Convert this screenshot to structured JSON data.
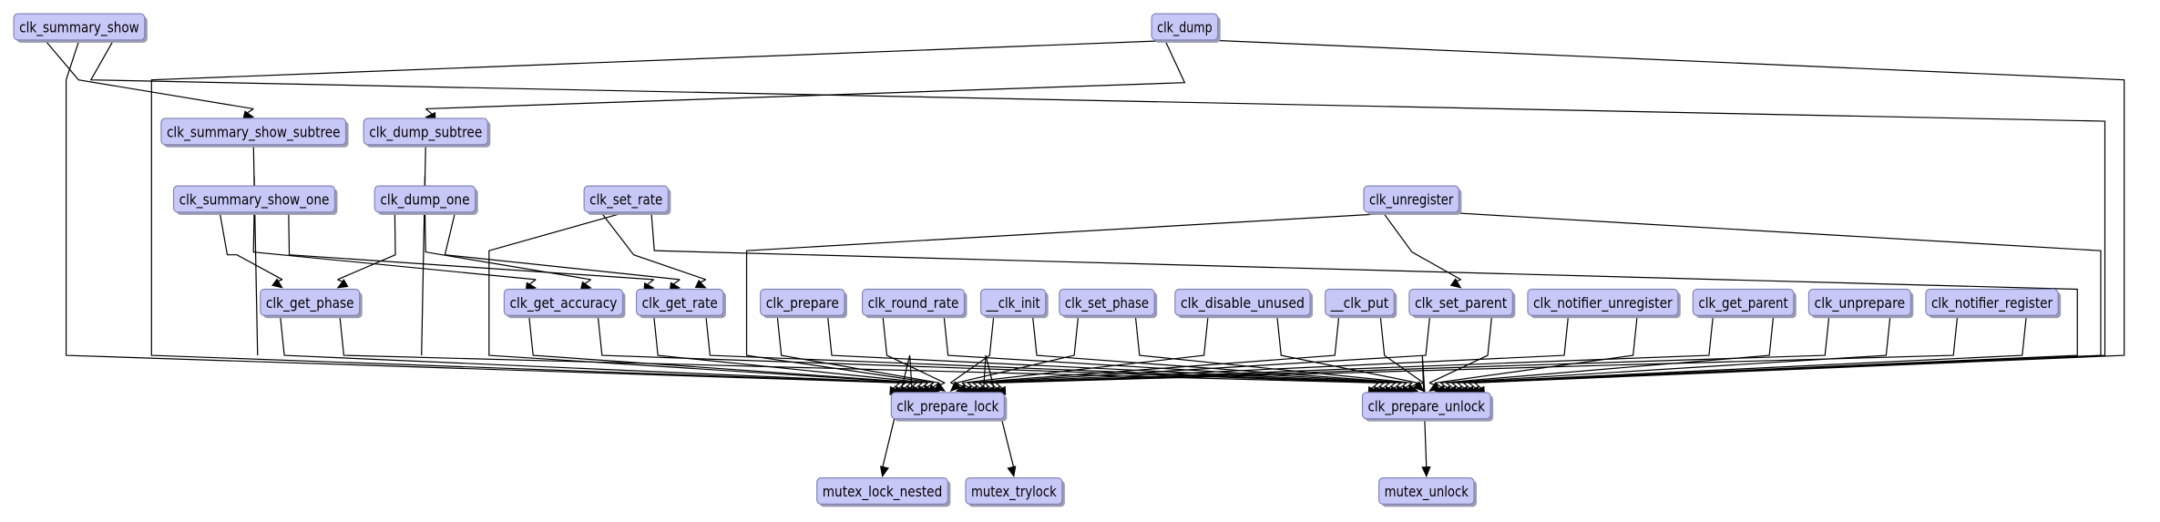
{
  "title": "Call graph: clk_prepare_lock / clk_prepare_unlock",
  "colors": {
    "node_fill": "#c8c8f8",
    "node_border": "#8484b8",
    "edge": "#000000",
    "background": "#ffffff"
  },
  "nodes": [
    {
      "id": "clk_summary_show",
      "label": "clk_summary_show"
    },
    {
      "id": "clk_dump",
      "label": "clk_dump"
    },
    {
      "id": "clk_summary_show_subtree",
      "label": "clk_summary_show_subtree"
    },
    {
      "id": "clk_dump_subtree",
      "label": "clk_dump_subtree"
    },
    {
      "id": "clk_summary_show_one",
      "label": "clk_summary_show_one"
    },
    {
      "id": "clk_dump_one",
      "label": "clk_dump_one"
    },
    {
      "id": "clk_set_rate",
      "label": "clk_set_rate"
    },
    {
      "id": "clk_unregister",
      "label": "clk_unregister"
    },
    {
      "id": "clk_get_phase",
      "label": "clk_get_phase"
    },
    {
      "id": "clk_get_accuracy",
      "label": "clk_get_accuracy"
    },
    {
      "id": "clk_get_rate",
      "label": "clk_get_rate"
    },
    {
      "id": "clk_prepare",
      "label": "clk_prepare"
    },
    {
      "id": "clk_round_rate",
      "label": "clk_round_rate"
    },
    {
      "id": "__clk_init",
      "label": "__clk_init"
    },
    {
      "id": "clk_set_phase",
      "label": "clk_set_phase"
    },
    {
      "id": "clk_disable_unused",
      "label": "clk_disable_unused"
    },
    {
      "id": "__clk_put",
      "label": "__clk_put"
    },
    {
      "id": "clk_set_parent",
      "label": "clk_set_parent"
    },
    {
      "id": "clk_notifier_unregister",
      "label": "clk_notifier_unregister"
    },
    {
      "id": "clk_get_parent",
      "label": "clk_get_parent"
    },
    {
      "id": "clk_unprepare",
      "label": "clk_unprepare"
    },
    {
      "id": "clk_notifier_register",
      "label": "clk_notifier_register"
    },
    {
      "id": "clk_prepare_lock",
      "label": "clk_prepare_lock"
    },
    {
      "id": "clk_prepare_unlock",
      "label": "clk_prepare_unlock"
    },
    {
      "id": "mutex_lock_nested",
      "label": "mutex_lock_nested"
    },
    {
      "id": "mutex_trylock",
      "label": "mutex_trylock"
    },
    {
      "id": "mutex_unlock",
      "label": "mutex_unlock"
    }
  ],
  "edges": [
    {
      "from": "clk_summary_show",
      "to": "clk_summary_show_subtree"
    },
    {
      "from": "clk_summary_show",
      "to": "clk_prepare_lock"
    },
    {
      "from": "clk_summary_show",
      "to": "clk_prepare_unlock"
    },
    {
      "from": "clk_dump",
      "to": "clk_dump_subtree"
    },
    {
      "from": "clk_dump",
      "to": "clk_prepare_lock"
    },
    {
      "from": "clk_dump",
      "to": "clk_prepare_unlock"
    },
    {
      "from": "clk_summary_show_subtree",
      "to": "clk_summary_show_one"
    },
    {
      "from": "clk_dump_subtree",
      "to": "clk_dump_one"
    },
    {
      "from": "clk_summary_show_one",
      "to": "clk_get_phase"
    },
    {
      "from": "clk_summary_show_one",
      "to": "clk_get_accuracy"
    },
    {
      "from": "clk_summary_show_one",
      "to": "clk_get_rate"
    },
    {
      "from": "clk_dump_one",
      "to": "clk_get_phase"
    },
    {
      "from": "clk_dump_one",
      "to": "clk_get_accuracy"
    },
    {
      "from": "clk_dump_one",
      "to": "clk_get_rate"
    },
    {
      "from": "clk_set_rate",
      "to": "clk_get_rate"
    },
    {
      "from": "clk_set_rate",
      "to": "clk_prepare_lock"
    },
    {
      "from": "clk_set_rate",
      "to": "clk_prepare_unlock"
    },
    {
      "from": "clk_unregister",
      "to": "clk_set_parent"
    },
    {
      "from": "clk_unregister",
      "to": "clk_prepare_lock"
    },
    {
      "from": "clk_unregister",
      "to": "clk_prepare_unlock"
    },
    {
      "from": "clk_get_phase",
      "to": "clk_prepare_lock"
    },
    {
      "from": "clk_get_phase",
      "to": "clk_prepare_unlock"
    },
    {
      "from": "clk_get_accuracy",
      "to": "clk_prepare_lock"
    },
    {
      "from": "clk_get_accuracy",
      "to": "clk_prepare_unlock"
    },
    {
      "from": "clk_get_rate",
      "to": "clk_prepare_lock"
    },
    {
      "from": "clk_get_rate",
      "to": "clk_prepare_unlock"
    },
    {
      "from": "clk_prepare",
      "to": "clk_prepare_lock"
    },
    {
      "from": "clk_prepare",
      "to": "clk_prepare_unlock"
    },
    {
      "from": "clk_round_rate",
      "to": "clk_prepare_lock"
    },
    {
      "from": "clk_round_rate",
      "to": "clk_prepare_unlock"
    },
    {
      "from": "__clk_init",
      "to": "clk_prepare_lock"
    },
    {
      "from": "__clk_init",
      "to": "clk_prepare_unlock"
    },
    {
      "from": "clk_set_phase",
      "to": "clk_prepare_lock"
    },
    {
      "from": "clk_set_phase",
      "to": "clk_prepare_unlock"
    },
    {
      "from": "clk_disable_unused",
      "to": "clk_prepare_lock"
    },
    {
      "from": "clk_disable_unused",
      "to": "clk_prepare_unlock"
    },
    {
      "from": "__clk_put",
      "to": "clk_prepare_lock"
    },
    {
      "from": "__clk_put",
      "to": "clk_prepare_unlock"
    },
    {
      "from": "clk_set_parent",
      "to": "clk_prepare_lock"
    },
    {
      "from": "clk_set_parent",
      "to": "clk_prepare_unlock"
    },
    {
      "from": "clk_notifier_unregister",
      "to": "clk_prepare_lock"
    },
    {
      "from": "clk_notifier_unregister",
      "to": "clk_prepare_unlock"
    },
    {
      "from": "clk_get_parent",
      "to": "clk_prepare_lock"
    },
    {
      "from": "clk_get_parent",
      "to": "clk_prepare_unlock"
    },
    {
      "from": "clk_unprepare",
      "to": "clk_prepare_lock"
    },
    {
      "from": "clk_unprepare",
      "to": "clk_prepare_unlock"
    },
    {
      "from": "clk_notifier_register",
      "to": "clk_prepare_lock"
    },
    {
      "from": "clk_notifier_register",
      "to": "clk_prepare_unlock"
    },
    {
      "from": "clk_prepare_lock",
      "to": "mutex_lock_nested"
    },
    {
      "from": "clk_prepare_lock",
      "to": "mutex_trylock"
    },
    {
      "from": "clk_prepare_unlock",
      "to": "mutex_unlock"
    }
  ]
}
